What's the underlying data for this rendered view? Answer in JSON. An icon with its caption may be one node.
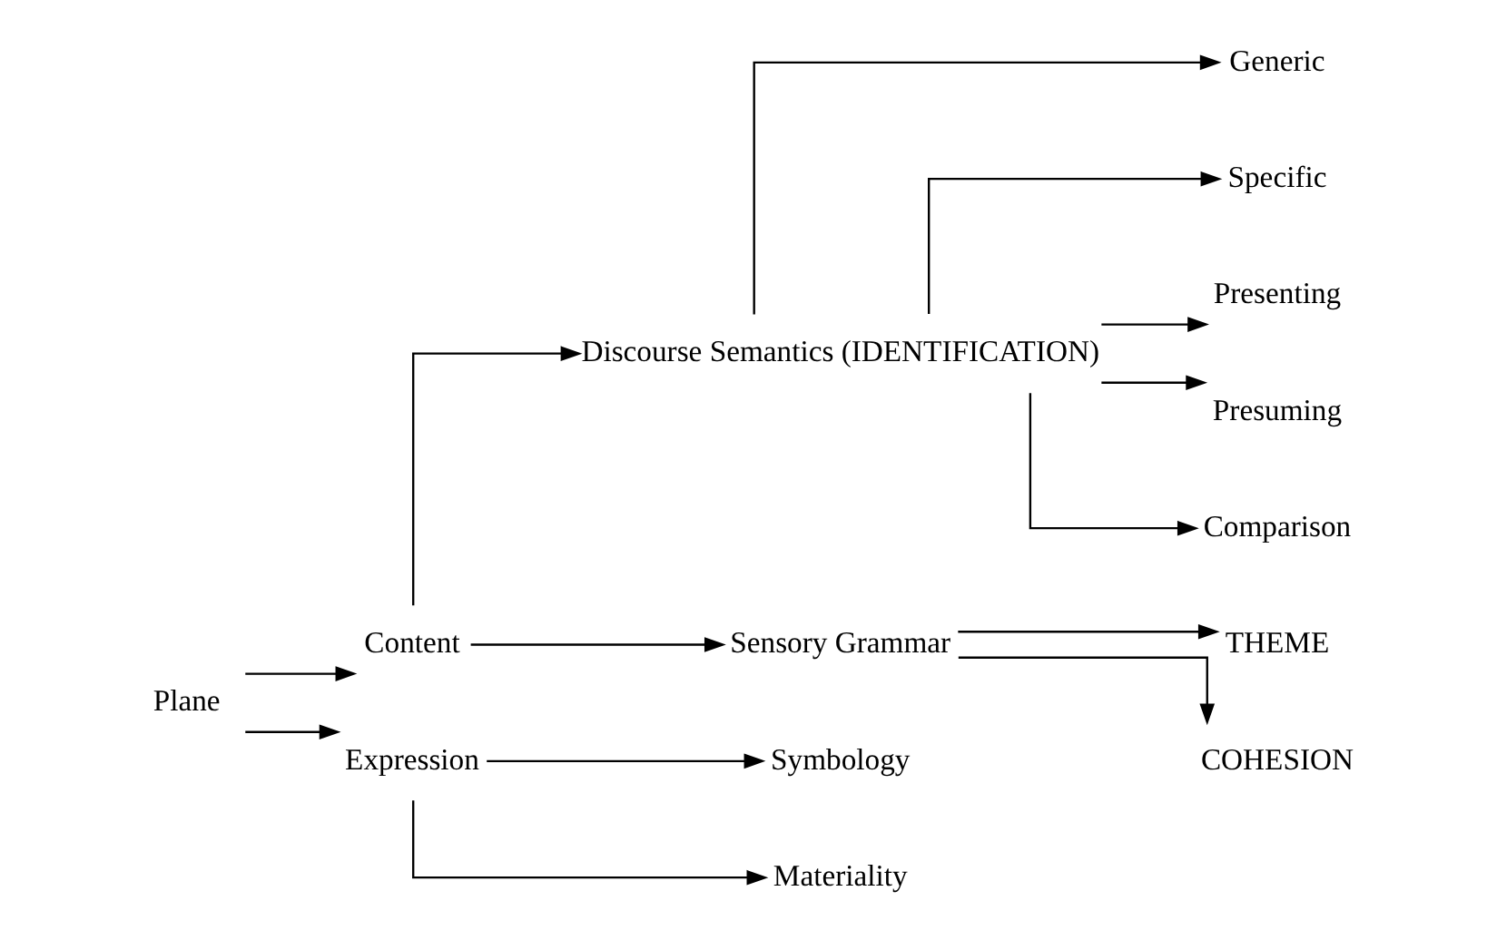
{
  "diagram": {
    "nodes": [
      {
        "text": [
          "Plane"
        ]
      },
      {
        "text": [
          "Content"
        ]
      },
      {
        "text": [
          "Expression"
        ]
      },
      {
        "text": [
          "Discourse Semantics (IDENTIFICATION)"
        ]
      },
      {
        "text": [
          "Sensory Grammar"
        ]
      },
      {
        "text": [
          "Symbology"
        ]
      },
      {
        "text": [
          "Materiality"
        ]
      },
      {
        "text": [
          "Generic"
        ]
      },
      {
        "text": [
          "Specific"
        ]
      },
      {
        "text": [
          "Presenting"
        ]
      },
      {
        "text": [
          "Presuming"
        ]
      },
      {
        "text": [
          "Comparison"
        ]
      },
      {
        "text": [
          "THEME"
        ]
      },
      {
        "text": [
          "COHESION"
        ]
      }
    ],
    "edges": [
      {
        "from": 0,
        "to": 1,
        "arrow": "to"
      },
      {
        "from": 0,
        "to": 2,
        "arrow": "to"
      },
      {
        "from": 1,
        "to": 3,
        "arrow": "to"
      },
      {
        "from": 1,
        "to": 4,
        "arrow": "to"
      },
      {
        "from": 2,
        "to": 5,
        "arrow": "to"
      },
      {
        "from": 2,
        "to": 6,
        "arrow": "to"
      },
      {
        "from": 3,
        "to": 7,
        "arrow": "to"
      },
      {
        "from": 3,
        "to": 8,
        "arrow": "to"
      },
      {
        "from": 3,
        "to": 9,
        "arrow": "to"
      },
      {
        "from": 3,
        "to": 10,
        "arrow": "to"
      },
      {
        "from": 3,
        "to": 11,
        "arrow": "to"
      },
      {
        "from": 4,
        "to": 12,
        "arrow": "to"
      },
      {
        "from": 4,
        "to": 13,
        "arrow": "to"
      }
    ]
  }
}
